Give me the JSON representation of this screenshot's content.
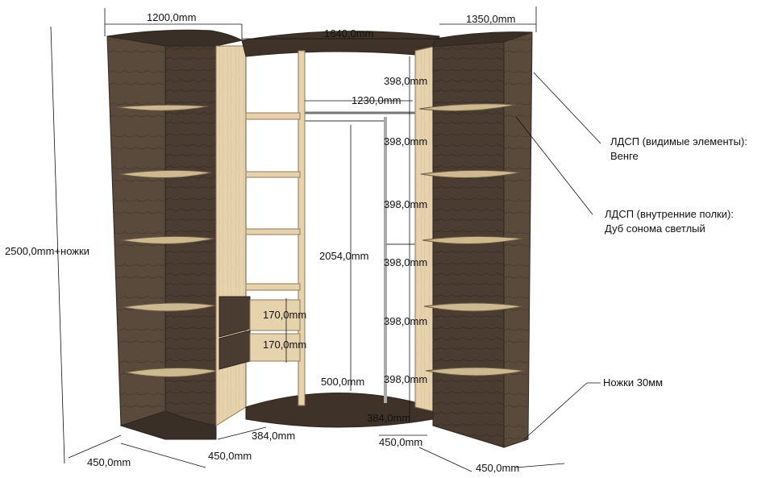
{
  "dimensions": {
    "top_left_width": "1200,0mm",
    "top_middle_width": "1640,0mm",
    "top_right_width": "1350,0mm",
    "overall_height": "2500,0mm+ножки",
    "inner_rail_width": "1230,0mm",
    "hanging_height": "2054,0mm",
    "drawer_1": "170,0mm",
    "drawer_2": "170,0mm",
    "shelf_spacing": [
      "398,0mm",
      "398,0mm",
      "398,0mm",
      "398,0mm",
      "398,0mm",
      "398,0mm"
    ],
    "low_gap": "500,0mm",
    "bottom_left_depth": "450,0mm",
    "bottom_left_depth_2": "450,0mm",
    "front_curve_left": "384,0mm",
    "front_curve_right": "384,0mm",
    "bottom_right_depth": "450,0mm",
    "bottom_right_depth_2": "450,0mm"
  },
  "callouts": {
    "visible_line1": "ЛДСП (видимые элементы):",
    "visible_line2": "Венге",
    "shelves_line1": "ЛДСП (внутренние полки):",
    "shelves_line2": "Дуб сонома светлый",
    "legs": "Ножки 30мм"
  },
  "colors": {
    "wenge": "#4a3c31",
    "wenge_dark": "#2f2620",
    "wenge_light": "#5e4d3f",
    "oak": "#e6d3ad",
    "oak_dark": "#cdb98f"
  }
}
